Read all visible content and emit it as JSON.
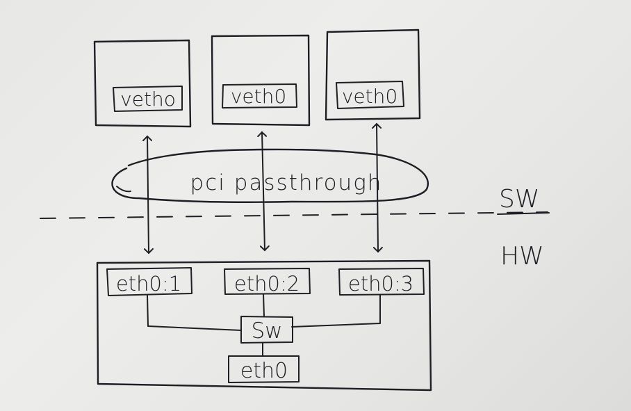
{
  "diagram": {
    "vm_nics": [
      {
        "label": "vetho"
      },
      {
        "label": "veth0"
      },
      {
        "label": "veth0"
      }
    ],
    "passthrough_label": "pci passthrough",
    "layer_labels": {
      "software": "SW",
      "hardware": "HW"
    },
    "virtual_functions": [
      {
        "label": "eth0:1"
      },
      {
        "label": "eth0:2"
      },
      {
        "label": "eth0:3"
      }
    ],
    "switch_label": "Sw",
    "physical_nic_label": "eth0"
  }
}
